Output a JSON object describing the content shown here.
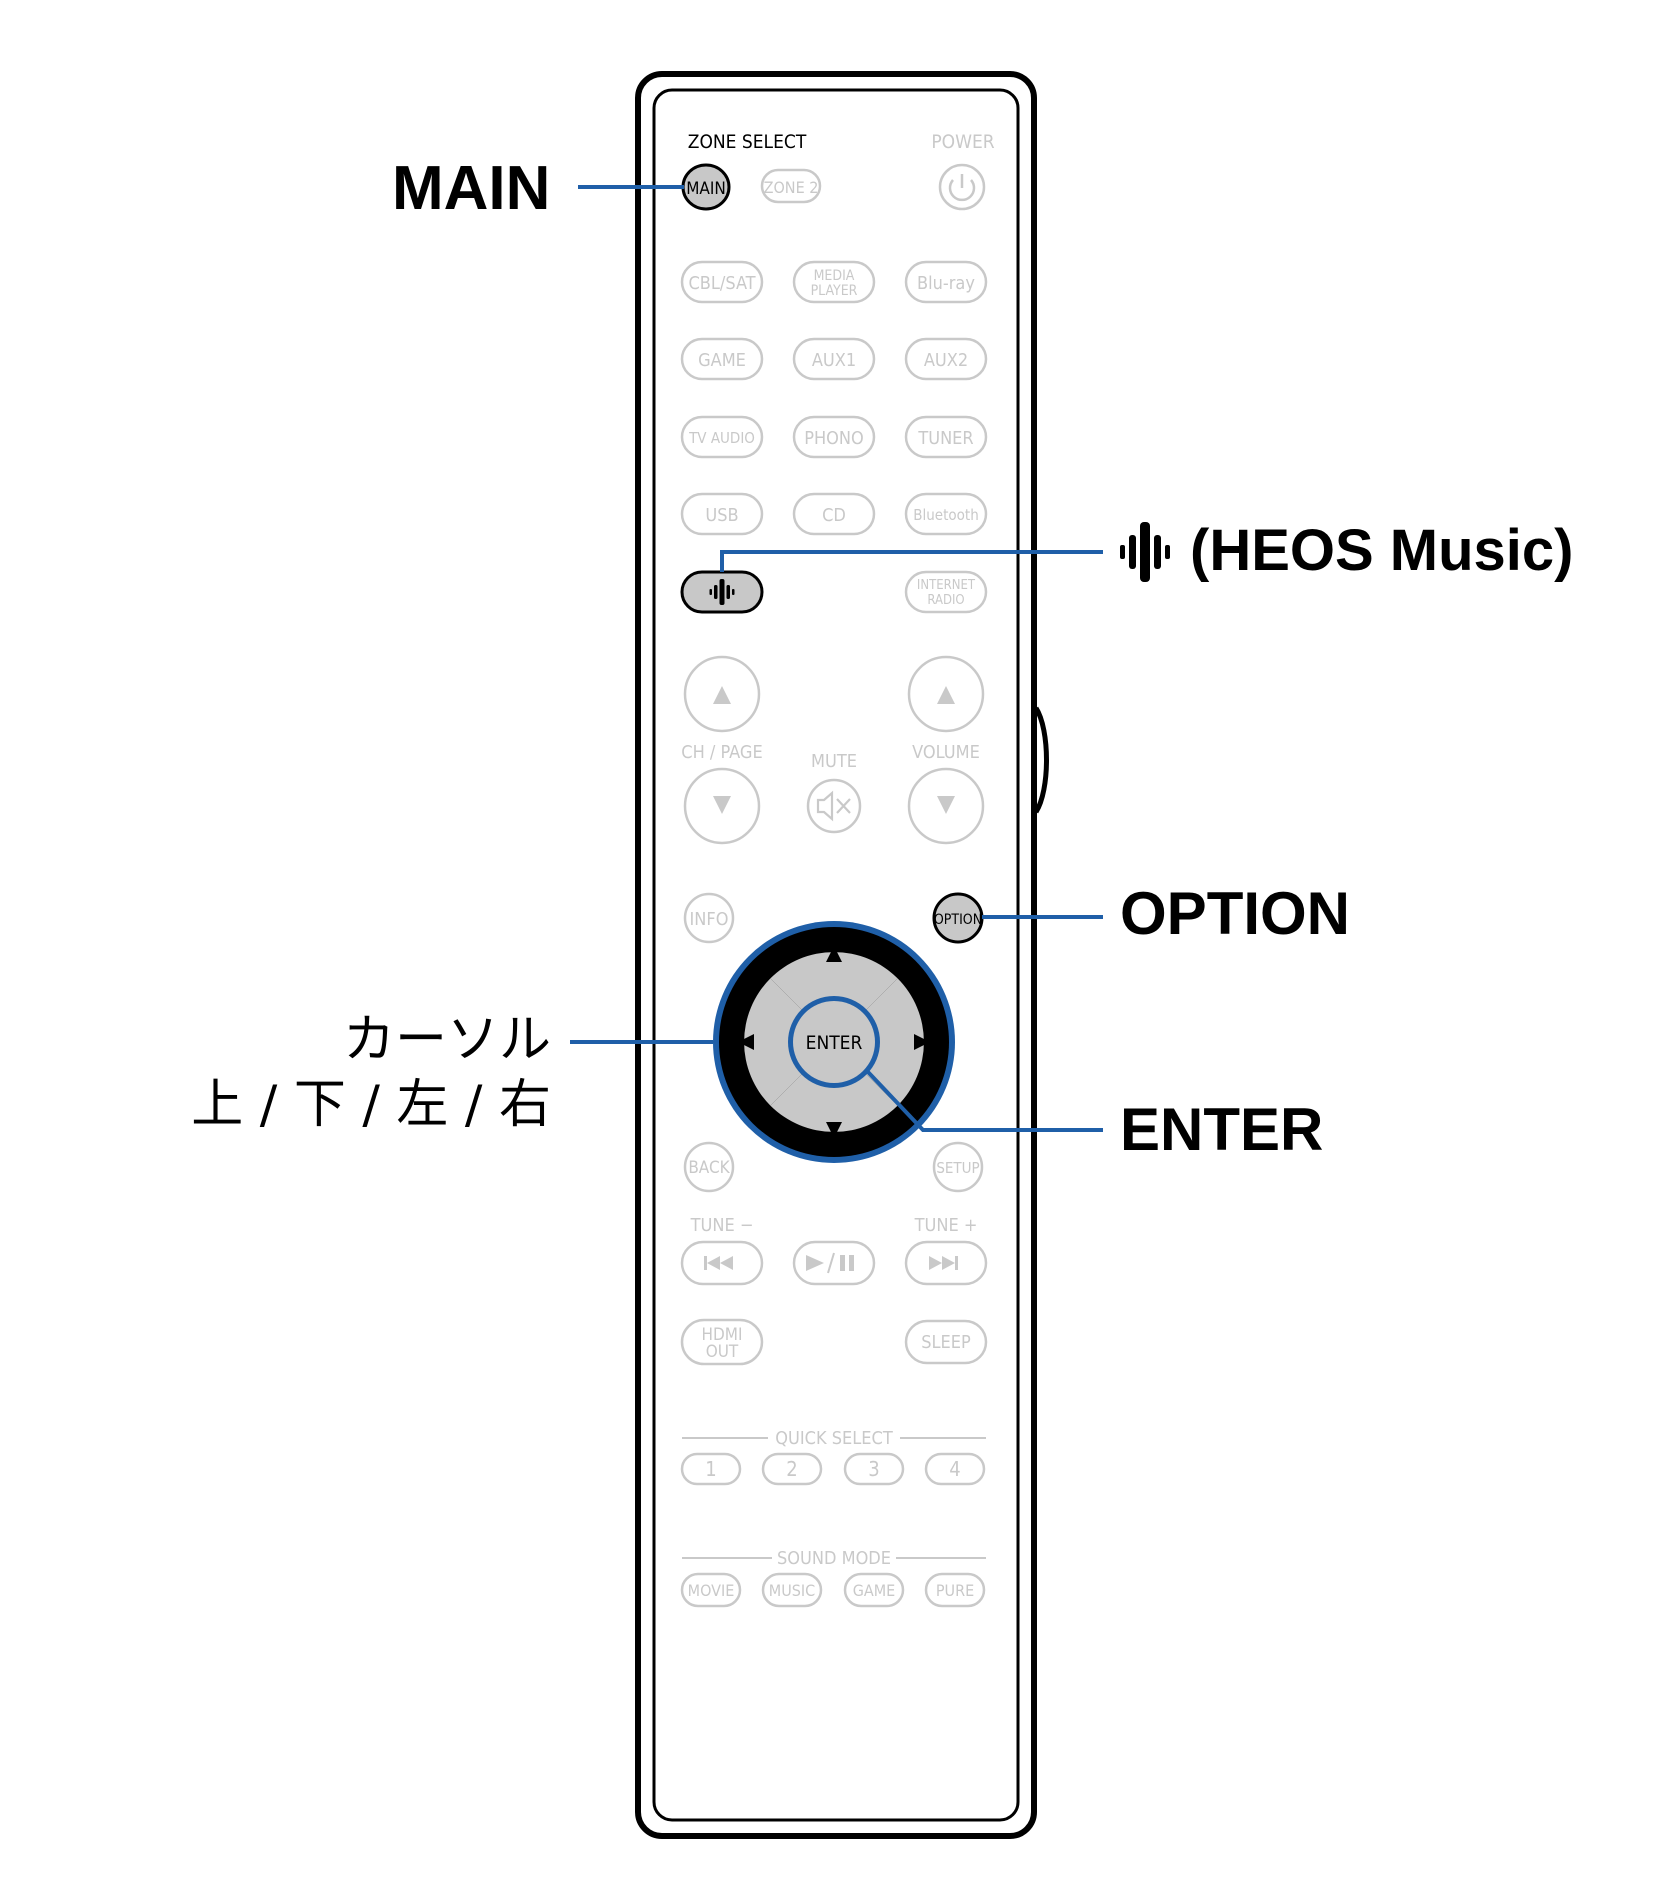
{
  "remote": {
    "zone_select": "ZONE SELECT",
    "power": "POWER",
    "main": "MAIN",
    "zone2": "ZONE 2",
    "sources": {
      "cbl_sat": "CBL/SAT",
      "media_player_1": "MEDIA",
      "media_player_2": "PLAYER",
      "bluray": "Blu-ray",
      "game": "GAME",
      "aux1": "AUX1",
      "aux2": "AUX2",
      "tv_audio": "TV AUDIO",
      "phono": "PHONO",
      "tuner": "TUNER",
      "usb": "USB",
      "cd": "CD",
      "bluetooth": "Bluetooth",
      "internet_radio_1": "INTERNET",
      "internet_radio_2": "RADIO"
    },
    "ch_page": "CH / PAGE",
    "mute": "MUTE",
    "volume": "VOLUME",
    "info": "INFO",
    "option": "OPTION",
    "enter": "ENTER",
    "back": "BACK",
    "setup": "SETUP",
    "tune_minus": "TUNE −",
    "tune_plus": "TUNE +",
    "hdmi_out_1": "HDMI",
    "hdmi_out_2": "OUT",
    "sleep": "SLEEP",
    "quick_select": "QUICK SELECT",
    "quick_buttons": [
      "1",
      "2",
      "3",
      "4"
    ],
    "sound_mode": "SOUND MODE",
    "sound_buttons": [
      "MOVIE",
      "MUSIC",
      "GAME",
      "PURE"
    ]
  },
  "callouts": {
    "main": "MAIN",
    "heos": "(HEOS Music)",
    "option": "OPTION",
    "cursor_line1": "カーソル",
    "cursor_line2": "上 / 下 / 左 / 右",
    "enter": "ENTER"
  },
  "colors": {
    "callout_line": "#1f5fa8",
    "button_outline": "#c9c9c9",
    "highlight_fill": "#c8c8c8",
    "remote_outline": "#000000"
  },
  "icons": [
    "heos-icon",
    "power-icon",
    "mute-icon",
    "arrow-up-icon",
    "arrow-down-icon",
    "arrow-left-icon",
    "arrow-right-icon",
    "skip-back-icon",
    "play-pause-icon",
    "skip-forward-icon"
  ]
}
